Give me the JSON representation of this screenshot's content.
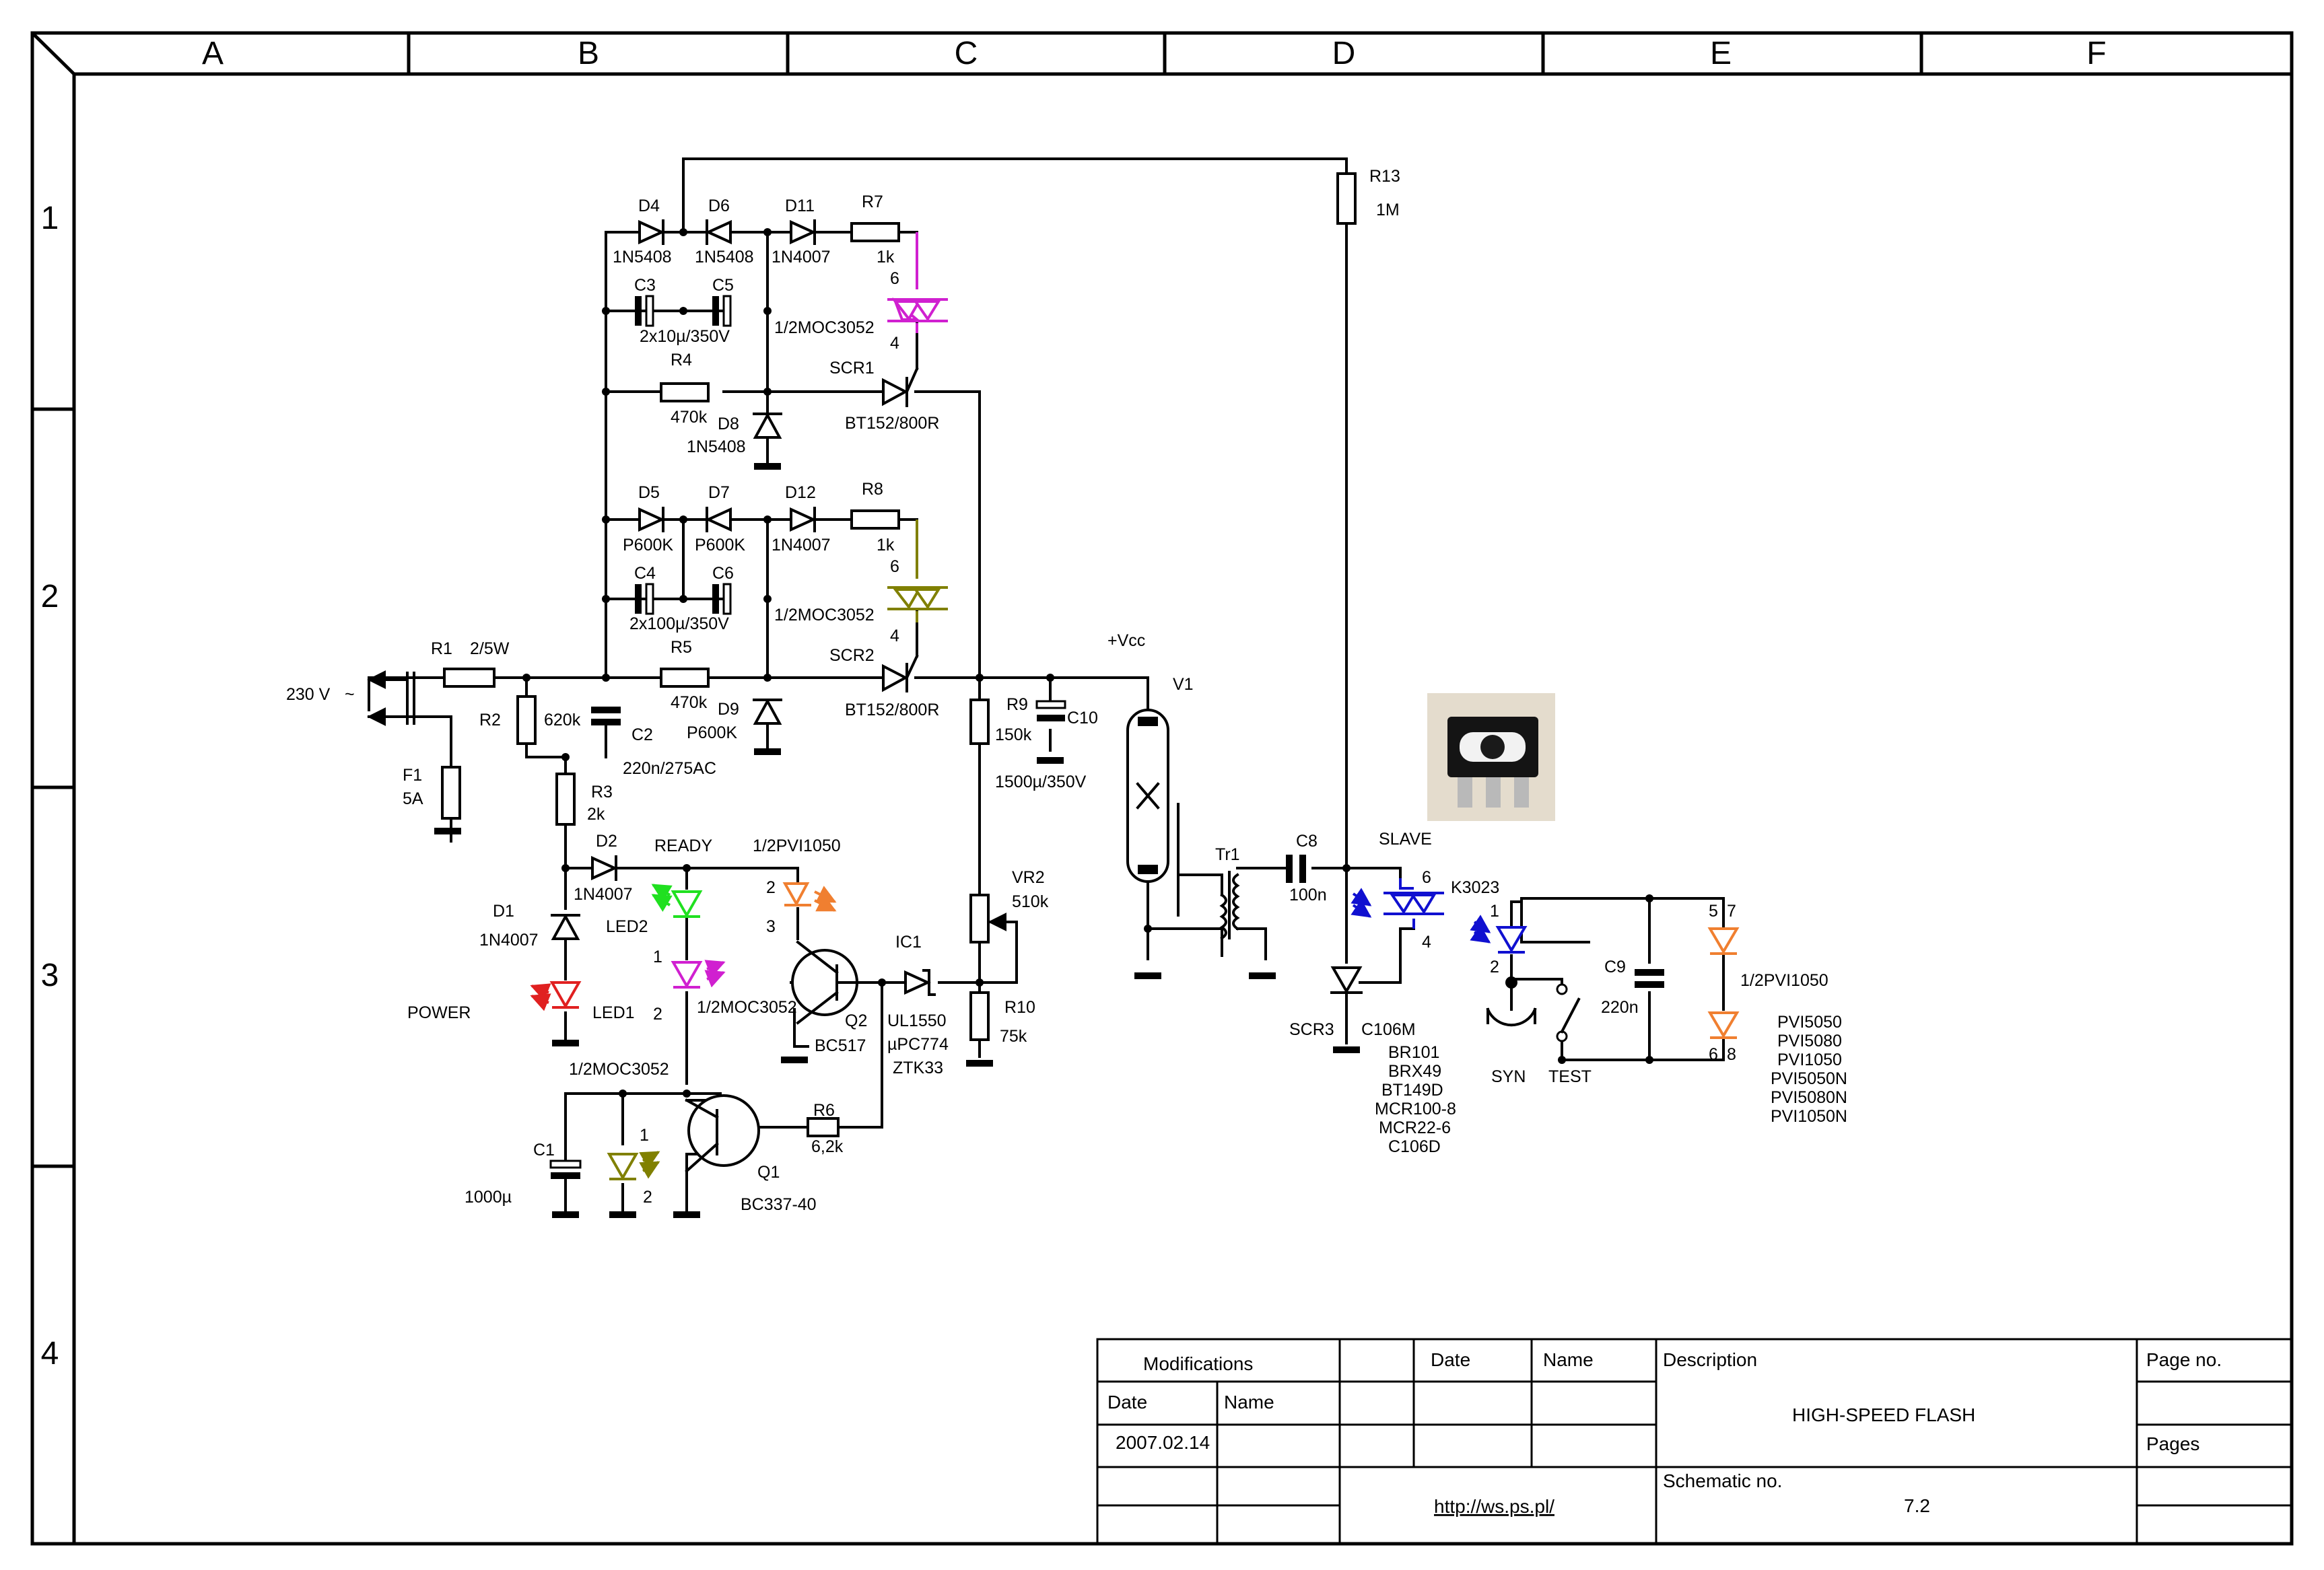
{
  "frame": {
    "columns": [
      "A",
      "B",
      "C",
      "D",
      "E",
      "F"
    ],
    "rows": [
      "1",
      "2",
      "3",
      "4"
    ]
  },
  "components": {
    "d4": {
      "ref": "D4",
      "value": "1N5408"
    },
    "d6": {
      "ref": "D6",
      "value": "1N5408"
    },
    "d11": {
      "ref": "D11",
      "value": "1N4007"
    },
    "r7": {
      "ref": "R7",
      "value": "1k"
    },
    "c3c5": {
      "c3": "C3",
      "c5": "C5",
      "value": "2x10µ/350V"
    },
    "moc_top": {
      "part": "1/2MOC3052",
      "pin_a": "6",
      "pin_b": "4"
    },
    "r4": {
      "ref": "R4",
      "value": "470k"
    },
    "d8": {
      "ref": "D8",
      "value": "1N5408"
    },
    "scr1": {
      "ref": "SCR1",
      "value": "BT152/800R"
    },
    "d5": {
      "ref": "D5",
      "value": "P600K"
    },
    "d7": {
      "ref": "D7",
      "value": "P600K"
    },
    "d12": {
      "ref": "D12",
      "value": "1N4007"
    },
    "r8": {
      "ref": "R8",
      "value": "1k"
    },
    "c4c6": {
      "c4": "C4",
      "c6": "C6",
      "value": "2x100µ/350V"
    },
    "moc_mid": {
      "part": "1/2MOC3052",
      "pin_a": "6",
      "pin_b": "4"
    },
    "r5": {
      "ref": "R5",
      "value": "470k"
    },
    "d9": {
      "ref": "D9",
      "value": "P600K"
    },
    "scr2": {
      "ref": "SCR2",
      "value": "BT152/800R"
    },
    "r13": {
      "ref": "R13",
      "value": "1M"
    },
    "vcc": "+Vcc",
    "mains": {
      "label": "230 V",
      "symbol": "~"
    },
    "r1": {
      "ref": "R1",
      "value": "2/5W"
    },
    "r2": {
      "ref": "R2",
      "value": "620k"
    },
    "c2": {
      "ref": "C2",
      "value": "220n/275AC"
    },
    "f1": {
      "ref": "F1",
      "value": "5A"
    },
    "r3": {
      "ref": "R3",
      "value": "2k"
    },
    "r9": {
      "ref": "R9",
      "value": "150k"
    },
    "c10": {
      "ref": "C10",
      "value": "1500µ/350V"
    },
    "v1": {
      "ref": "V1"
    },
    "d2": {
      "ref": "D2",
      "value": "1N4007"
    },
    "ready": "READY",
    "pvi_a": {
      "part": "1/2PVI1050",
      "pin_a": "2",
      "pin_b": "3"
    },
    "led2": {
      "ref": "LED2"
    },
    "moc_led": {
      "part": "1/2MOC3052",
      "pin_a": "1",
      "pin_b": "2"
    },
    "d1": {
      "ref": "D1",
      "value": "1N4007"
    },
    "power": "POWER",
    "led1": {
      "ref": "LED1"
    },
    "vr2": {
      "ref": "VR2",
      "value": "510k"
    },
    "ic1": {
      "ref": "IC1",
      "values": [
        "UL1550",
        "µPC774",
        "ZTK33"
      ]
    },
    "q2": {
      "ref": "Q2",
      "value": "BC517"
    },
    "r10": {
      "ref": "R10",
      "value": "75k"
    },
    "tr1": {
      "ref": "Tr1"
    },
    "c8": {
      "ref": "C8",
      "value": "100n"
    },
    "slave": "SLAVE",
    "k3023": {
      "part": "K3023",
      "pin_a": "6",
      "pin_b": "4"
    },
    "pvi_b": {
      "part": "1/2PVI1050",
      "pins": [
        "5",
        "7",
        "6",
        "8"
      ],
      "led_pins": [
        "1",
        "2"
      ]
    },
    "c9": {
      "ref": "C9",
      "value": "220n"
    },
    "pvi_list": [
      "PVI5050",
      "PVI5080",
      "PVI1050",
      "PVI5050N",
      "PVI5080N",
      "PVI1050N"
    ],
    "syn": "SYN",
    "test": "TEST",
    "scr3": {
      "ref": "SCR3",
      "value": "C106M",
      "alts": [
        "BR101",
        "BRX49",
        "BT149D",
        "MCR100-8",
        "MCR22-6",
        "C106D"
      ]
    },
    "moc_low": {
      "part": "1/2MOC3052",
      "pin_a": "1",
      "pin_b": "2"
    },
    "c1": {
      "ref": "C1",
      "value": "1000µ"
    },
    "q1": {
      "ref": "Q1",
      "value": "BC337-40"
    },
    "r6": {
      "ref": "R6",
      "value": "6,2k"
    }
  },
  "colors": {
    "ink": "#000000",
    "magenta": "#d020d0",
    "olive": "#808000",
    "orange": "#f07f30",
    "green": "#20e020",
    "red": "#e02020",
    "blue": "#1010d0"
  },
  "title_block": {
    "modifications": "Modifications",
    "date_h": "Date",
    "name_h": "Name",
    "date_h2": "Date",
    "name_h2": "Name",
    "mod_date": "2007.02.14",
    "description_h": "Description",
    "description": "HIGH-SPEED FLASH",
    "page_no_h": "Page no.",
    "pages_h": "Pages",
    "schematic_no_h": "Schematic no.",
    "schematic_no": "7.2",
    "url": "http://ws.ps.pl/"
  }
}
